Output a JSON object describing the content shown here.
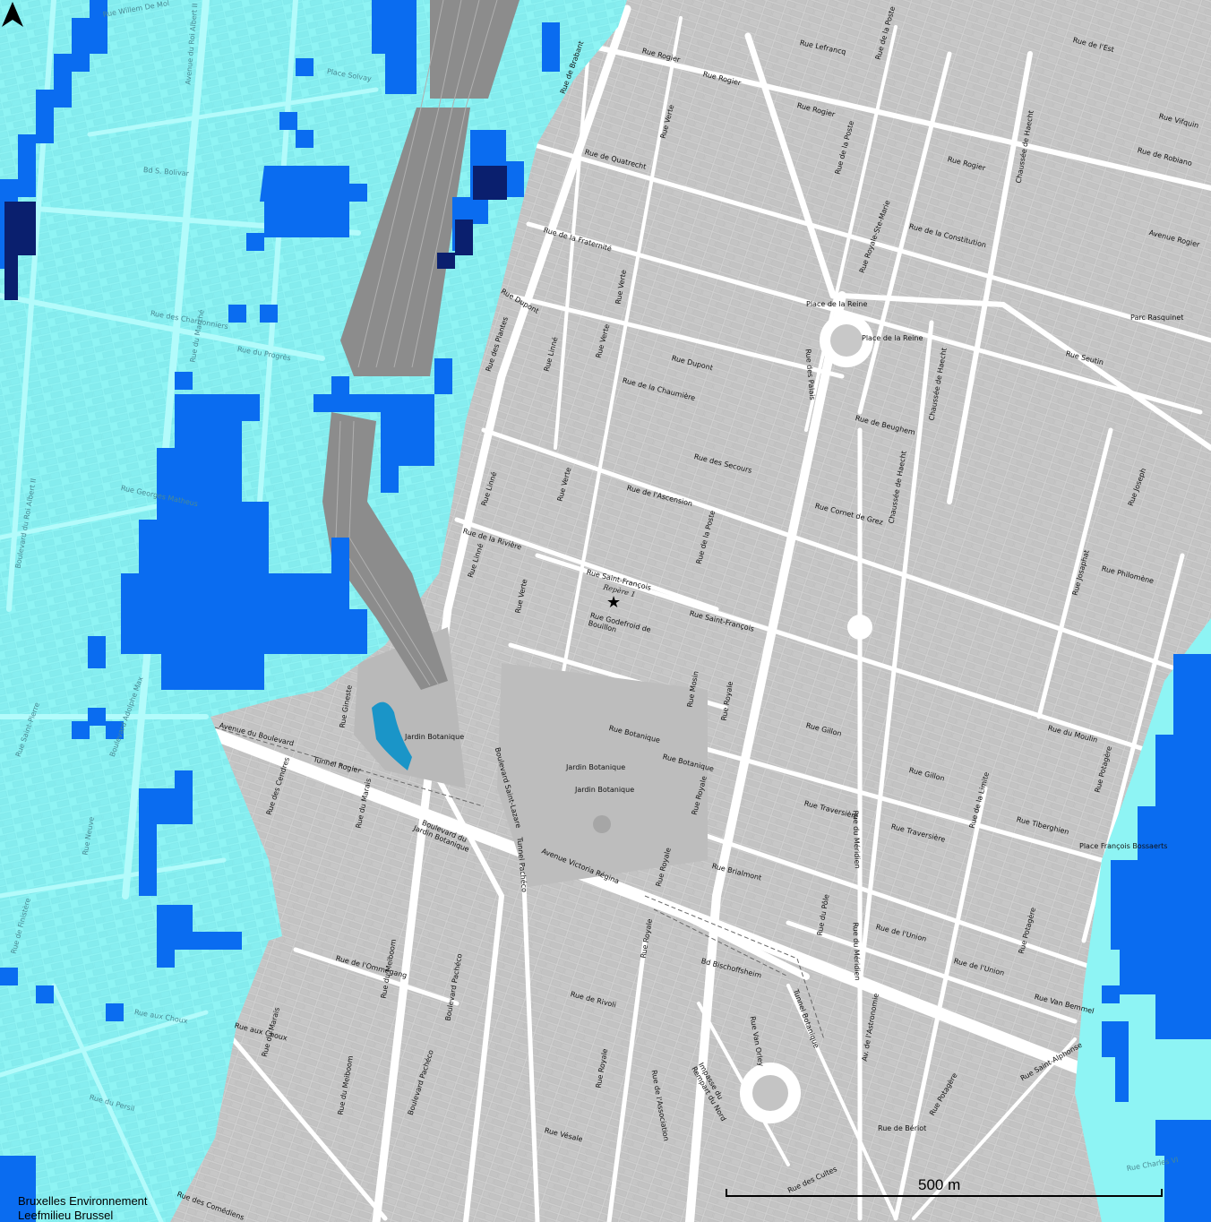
{
  "map": {
    "colors": {
      "flood_light": "#8ef4f4",
      "flood_medium": "#0a6cf0",
      "flood_dark": "#0a1f6e",
      "urban": "#d6d6d6",
      "road": "#ffffff",
      "building": "#c8c8c8",
      "water": "#1a95c8",
      "rail": "#8c8c8c"
    },
    "streets": [
      {
        "name": "Rue de Brabant"
      },
      {
        "name": "Rue Rogier"
      },
      {
        "name": "Rue Rogier"
      },
      {
        "name": "Rue Lefrancq"
      },
      {
        "name": "Rue de la Poste"
      },
      {
        "name": "Rue de l'Est"
      },
      {
        "name": "Rue Vifquin"
      },
      {
        "name": "Rue de Robiano"
      },
      {
        "name": "Rue Rogier"
      },
      {
        "name": "Rue Rogier"
      },
      {
        "name": "Chaussée de Haecht"
      },
      {
        "name": "Rue de Quatrecht"
      },
      {
        "name": "Rue Verte"
      },
      {
        "name": "Rue de la Fraternité"
      },
      {
        "name": "Rue de la Poste"
      },
      {
        "name": "Rue Royale-Ste-Marie"
      },
      {
        "name": "Rue de la Constitution"
      },
      {
        "name": "Avenue Rogier"
      },
      {
        "name": "Rue Dupont"
      },
      {
        "name": "Rue Verte"
      },
      {
        "name": "Place de la Reine"
      },
      {
        "name": "Place de la Reine"
      },
      {
        "name": "Rue des Palais"
      },
      {
        "name": "Parc Rasquinet"
      },
      {
        "name": "Rue Seutin"
      },
      {
        "name": "Rue des Plantes"
      },
      {
        "name": "Rue Linné"
      },
      {
        "name": "Rue Verte"
      },
      {
        "name": "Rue Dupont"
      },
      {
        "name": "Rue de la Chaumière"
      },
      {
        "name": "Rue de Beughem"
      },
      {
        "name": "Chaussée de Haecht"
      },
      {
        "name": "Rue des Secours"
      },
      {
        "name": "Rue Linné"
      },
      {
        "name": "Rue Verte"
      },
      {
        "name": "Rue de l'Ascension"
      },
      {
        "name": "Rue Cornet de Grez"
      },
      {
        "name": "Chaussée de Haecht"
      },
      {
        "name": "Rue Joseph"
      },
      {
        "name": "Rue de la Rivière"
      },
      {
        "name": "Rue Linné"
      },
      {
        "name": "Rue Saint-François"
      },
      {
        "name": "Rue de la Poste"
      },
      {
        "name": "Rue Philomène"
      },
      {
        "name": "Rue Verte"
      },
      {
        "name": "Rue Godefroid de Bouillon"
      },
      {
        "name": "Rue Saint-François"
      },
      {
        "name": "Rue Josaphat"
      },
      {
        "name": "Rue Royale"
      },
      {
        "name": "Rue Mosin"
      },
      {
        "name": "Rue Gillon"
      },
      {
        "name": "Rue du Moulin"
      },
      {
        "name": "Rue Gillon"
      },
      {
        "name": "Rue Botanique"
      },
      {
        "name": "Rue Botanique"
      },
      {
        "name": "Boulevard Saint-Lazare"
      },
      {
        "name": "Rue Gineste"
      },
      {
        "name": "Avenue du Boulevard"
      },
      {
        "name": "Tunnel Rogier"
      },
      {
        "name": "Rue Royale"
      },
      {
        "name": "Rue Traversière"
      },
      {
        "name": "Rue du Méridien"
      },
      {
        "name": "Rue Traversière"
      },
      {
        "name": "Rue de la Limite"
      },
      {
        "name": "Rue Tiberghien"
      },
      {
        "name": "Rue Potagère"
      },
      {
        "name": "Place François Bossaerts"
      },
      {
        "name": "Boulevard du Jardin Botanique"
      },
      {
        "name": "Avenue Victoria Régina"
      },
      {
        "name": "Tunnel Pachéco"
      },
      {
        "name": "Rue des Cendres"
      },
      {
        "name": "Rue du Marais"
      },
      {
        "name": "Rue Royale"
      },
      {
        "name": "Rue Brialmont"
      },
      {
        "name": "Rue du Méridien"
      },
      {
        "name": "Rue du Pôle"
      },
      {
        "name": "Rue de l'Union"
      },
      {
        "name": "Rue de l'Union"
      },
      {
        "name": "Rue Potagère"
      },
      {
        "name": "Rue Van Bemmel"
      },
      {
        "name": "Rue de l'Ommegang"
      },
      {
        "name": "Rue du Meiboom"
      },
      {
        "name": "Boulevard Pachéco"
      },
      {
        "name": "Rue Royale"
      },
      {
        "name": "Bd Bischoffsheim"
      },
      {
        "name": "Rue de Rivoli"
      },
      {
        "name": "Tunnel Botanique"
      },
      {
        "name": "Rue aux Choux"
      },
      {
        "name": "Rue du Marais"
      },
      {
        "name": "Rue du Meiboom"
      },
      {
        "name": "Boulevard Pachéco"
      },
      {
        "name": "Rue Royale"
      },
      {
        "name": "Rue de l'Association"
      },
      {
        "name": "Impasse du Rempart du Nord"
      },
      {
        "name": "Rue Van Orley"
      },
      {
        "name": "Av. de l'Astronomie"
      },
      {
        "name": "Rue Potagère"
      },
      {
        "name": "Rue Saint-Alphonse"
      },
      {
        "name": "Rue de Bériot"
      },
      {
        "name": "Rue des Cultes"
      },
      {
        "name": "Rue Vésale"
      },
      {
        "name": "Rue des Comédiens"
      },
      {
        "name": "Rue Charles VI"
      },
      {
        "name": "Place Solvay"
      },
      {
        "name": "Bd S. Bolivar"
      },
      {
        "name": "Rue des Charbonniers"
      },
      {
        "name": "Rue du Progrès"
      },
      {
        "name": "Rue Georges Matheus"
      },
      {
        "name": "Rue du Marché"
      },
      {
        "name": "Avenue du Roi Albert II"
      },
      {
        "name": "Boulevard du Roi Albert II"
      },
      {
        "name": "Rue Willem De Mol"
      },
      {
        "name": "Rue de Finistère"
      },
      {
        "name": "Rue Saint-Pierre"
      },
      {
        "name": "Boulevard Adolphe Max"
      },
      {
        "name": "Rue Neuve"
      },
      {
        "name": "Rue aux Choux"
      },
      {
        "name": "Rue du Persil"
      }
    ],
    "pois": [
      {
        "name": "Jardin Botanique"
      },
      {
        "name": "Jardin Botanique"
      },
      {
        "name": "Jardin Botanique"
      }
    ],
    "marker": {
      "label": "Repère 1",
      "icon": "star-icon"
    },
    "scale_label": "500 m",
    "attribution": [
      "Bruxelles Environnement",
      "Leefmilieu Brussel"
    ]
  }
}
